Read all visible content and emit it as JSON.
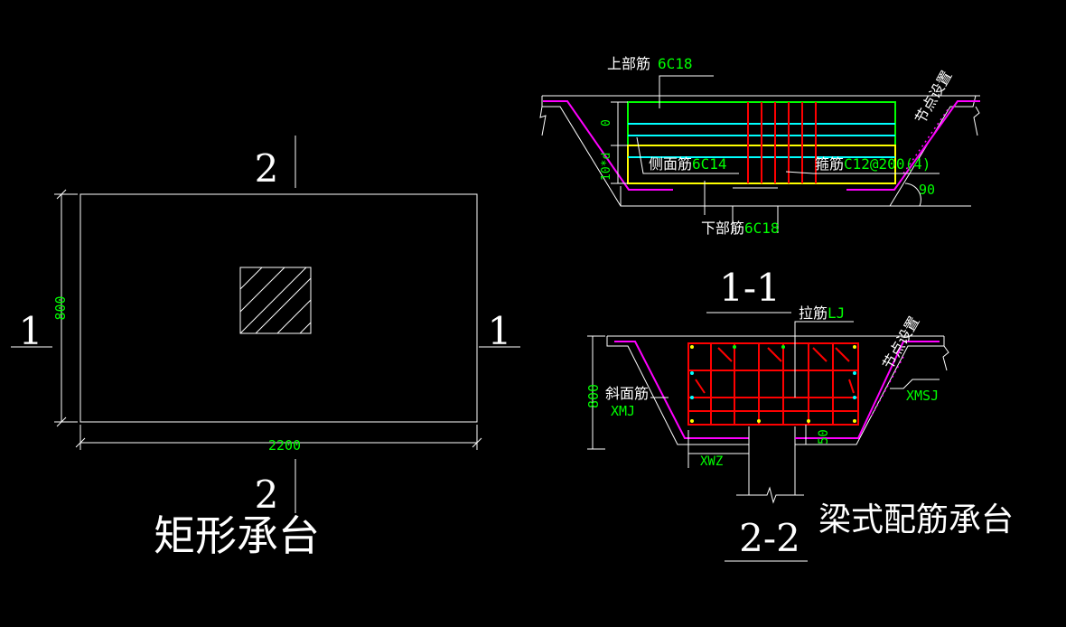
{
  "colors": {
    "background": "#000000",
    "line": "#ffffff",
    "dimension": "#00ff00",
    "rebar": "#ff0000",
    "outline": "#ff00ff",
    "cyan": "#00ffff",
    "yellow": "#ffff00",
    "green": "#00ff00"
  },
  "plan": {
    "title": "矩形承台",
    "width_dim": "2200",
    "height_dim": "800",
    "section_mark_1_left": "1",
    "section_mark_1_right": "1",
    "section_mark_2_top": "2",
    "section_mark_2_bottom": "2"
  },
  "section_1_1": {
    "label": "1-1",
    "top_bar_label": "上部筋",
    "top_bar_value": "6C18",
    "side_bar_label": "侧面筋",
    "side_bar_value": "6C14",
    "stirrup_label": "箍筋",
    "stirrup_value": "C12@200(4)",
    "bottom_bar_label": "下部筋",
    "bottom_bar_value": "6C18",
    "node_text": "节点设置",
    "angle": "90",
    "dim_zero": "0",
    "dim_10d": "10*d"
  },
  "section_2_2": {
    "label": "2-2",
    "tie_label": "拉筋",
    "tie_value": "LJ",
    "slope_label": "斜面筋",
    "slope_value": "XMJ",
    "node_text": "节点设置",
    "xmsj": "XMSJ",
    "xwz": "XWZ",
    "dim_800": "800",
    "dim_50": "50"
  },
  "title_right": "梁式配筋承台"
}
